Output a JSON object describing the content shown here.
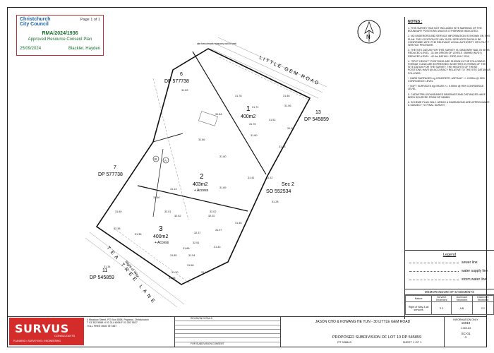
{
  "stamp": {
    "org_line1": "Christchurch",
    "org_line2": "City Council",
    "page": "Page 1 of 1",
    "rma": "RMA/2024/1936",
    "approved": "Approved Resource Consent Plan",
    "date": "25/09/2024",
    "officer": "Blackler, Hayden"
  },
  "plan": {
    "road_name": "LITTLE GEM ROAD",
    "lane_name": "TEA TREE LANE",
    "lane_sub": "Right of Way",
    "lots": [
      {
        "num": "1",
        "area": "400m2"
      },
      {
        "num": "2",
        "area": "403m2",
        "note": "+ Access"
      },
      {
        "num": "3",
        "area": "400m2",
        "note": "+ Access"
      }
    ],
    "neighbors": [
      {
        "num": "6",
        "dp": "DP 577738"
      },
      {
        "num": "7",
        "dp": "DP 577738"
      },
      {
        "num": "13",
        "dp": "DP 545859"
      },
      {
        "num": "11",
        "dp": "DP 545859"
      },
      {
        "num": "Sec 2",
        "dp": "SO 552534"
      }
    ],
    "easement_a": "A",
    "easement_b": "B",
    "bench_label": "site benchmark masonry nail in kerb",
    "levels": [
      "31.78",
      "31.71",
      "31.52",
      "31.84",
      "31.86",
      "31.80",
      "31.80",
      "31.83",
      "31.13",
      "31.41",
      "31.12",
      "31.28",
      "31.23",
      "31.60",
      "31.89",
      "32.02",
      "32.01",
      "31.56",
      "31.46",
      "31.40",
      "31.75",
      "31.46",
      "31.97",
      "32.02",
      "31.86",
      "31.54",
      "31.43",
      "32.38",
      "31.36",
      "31.34",
      "32.52",
      "32.37",
      "31.85",
      "31.68",
      "31.30",
      "32.61",
      "31.80",
      "31.47",
      "31.38"
    ]
  },
  "notes": {
    "heading": "NOTES :",
    "items": [
      "1. THIS SURVEY HAS NOT INCLUDED SITE MARKING OF THE BOUNDARY POSITIONS UNLESS OTHERWISE INDICATED.",
      "2. NO UNDERGROUND SERVICE INFORMATION IS SHOWN ON THIS PLAN. THE LOCATION OF ANY SUCH SERVICES SHOULD BE CONFIRMED WITH THE RELEVANT LOCAL AUTHORITY OR UTILITY SERVICE PROVIDER.",
      "3. THE SITE DATUM FOR THIS SURVEY IS: MASONRY NAIL IN KERB  REDUCED LEVEL : 31.5m  ORIGIN OF LEVELS : BM980 (NVD?)  REDUCED LEVEL : 42.9m  DATUM : 23RD JULY 2019",
      "4. \"SPOT HEIGHT\" POSITIONS ARE SHOWN IN THE FOLLOWING FORMAT X AND ARE EXPRESSED IN METRES IN TERMS OF THE SITE DATUM FOR THE SURVEY. THE HEIGHTS OF THESE POSITIONS HAVE AN ACCURACY RELATIVE TO THE SITE DATUM AS FOLLOWS:",
      "+ HARD SURFACES eg CONCRETE, ASPHALT +/- 0.030m @ 95% CONFIDENCE LEVEL",
      "+ SOFT SURFACES eg GRASS +/- 0.050m @ 95% CONFIDENCE LEVEL.",
      "5. CADASTRAL BOUNDARIES BEARINGS AND DISTANCES HAVE BEEN SOURCED FROM DP 545859.",
      "6. SCHEME PLAN ONLY. AREAS & DIMENSIONS ARE APPROXIMATE & SUBJECT TO FINAL SURVEY."
    ]
  },
  "legend": {
    "heading": "Legend",
    "items": [
      {
        "label": "sewer line",
        "color": "#777777"
      },
      {
        "label": "water supply line",
        "color": "#555555"
      },
      {
        "label": "storm water line",
        "color": "#888888"
      }
    ]
  },
  "memo": {
    "heading": "MEMORANDUM OF EASEMENTS",
    "headers": [
      "Nature",
      "Servient Tenement",
      "Dominant Tenement",
      "Easement Tenement"
    ],
    "rows": [
      [
        "Right of Way & all services",
        "3 3",
        "A B",
        "2 2"
      ]
    ]
  },
  "titleblock": {
    "company": "SURVUS",
    "company_sub": "CONSULTANTS",
    "services": "PLANNING • SURVEYING • ENGINEERING",
    "address": "4 Meadow Street, PO Box 5558, Papanui, Christchurch",
    "phones": "T 03 352 5589   H 03 314 6006   F 03 352 5527",
    "toll": "TOLL FREE 0508 787 887",
    "rev_header": "REVISION DETAILS",
    "rev_first": "FOR SUBDIVISION CONSENT",
    "project": "JASON CHO & KOWANG HE YUN - 30 LITTLE GEM ROAD",
    "title": "PROPOSED SUBDIVISION OF LOT 10 DP 545859",
    "rt": "RT 928643",
    "sheet": "SHEET 1 OF 1",
    "info_label": "INFORMATION ONLY",
    "job_no": "16019",
    "scale": "1:300 A3",
    "drawing_no": "SC-01",
    "rev": "A"
  }
}
